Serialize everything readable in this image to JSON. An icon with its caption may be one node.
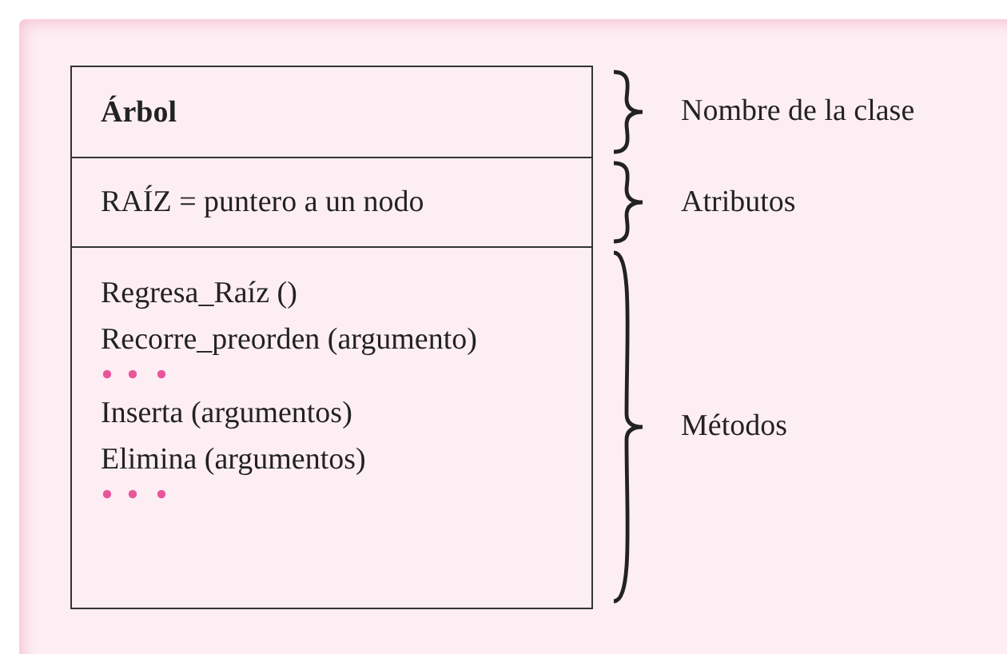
{
  "diagram": {
    "nodes": [
      {
        "text": [
          "Árbol"
        ],
        "beside": [
          "Nombre de la clase"
        ]
      },
      {
        "text": [
          "RAÍZ = puntero a un nodo"
        ],
        "beside": [
          "Atributos"
        ]
      },
      {
        "text": [
          "Regresa_Raíz ()",
          "Recorre_preorden (argumento)",
          "Inserta (argumentos)",
          "Elimina (argumentos)"
        ],
        "beside": [
          "Métodos"
        ]
      }
    ]
  }
}
